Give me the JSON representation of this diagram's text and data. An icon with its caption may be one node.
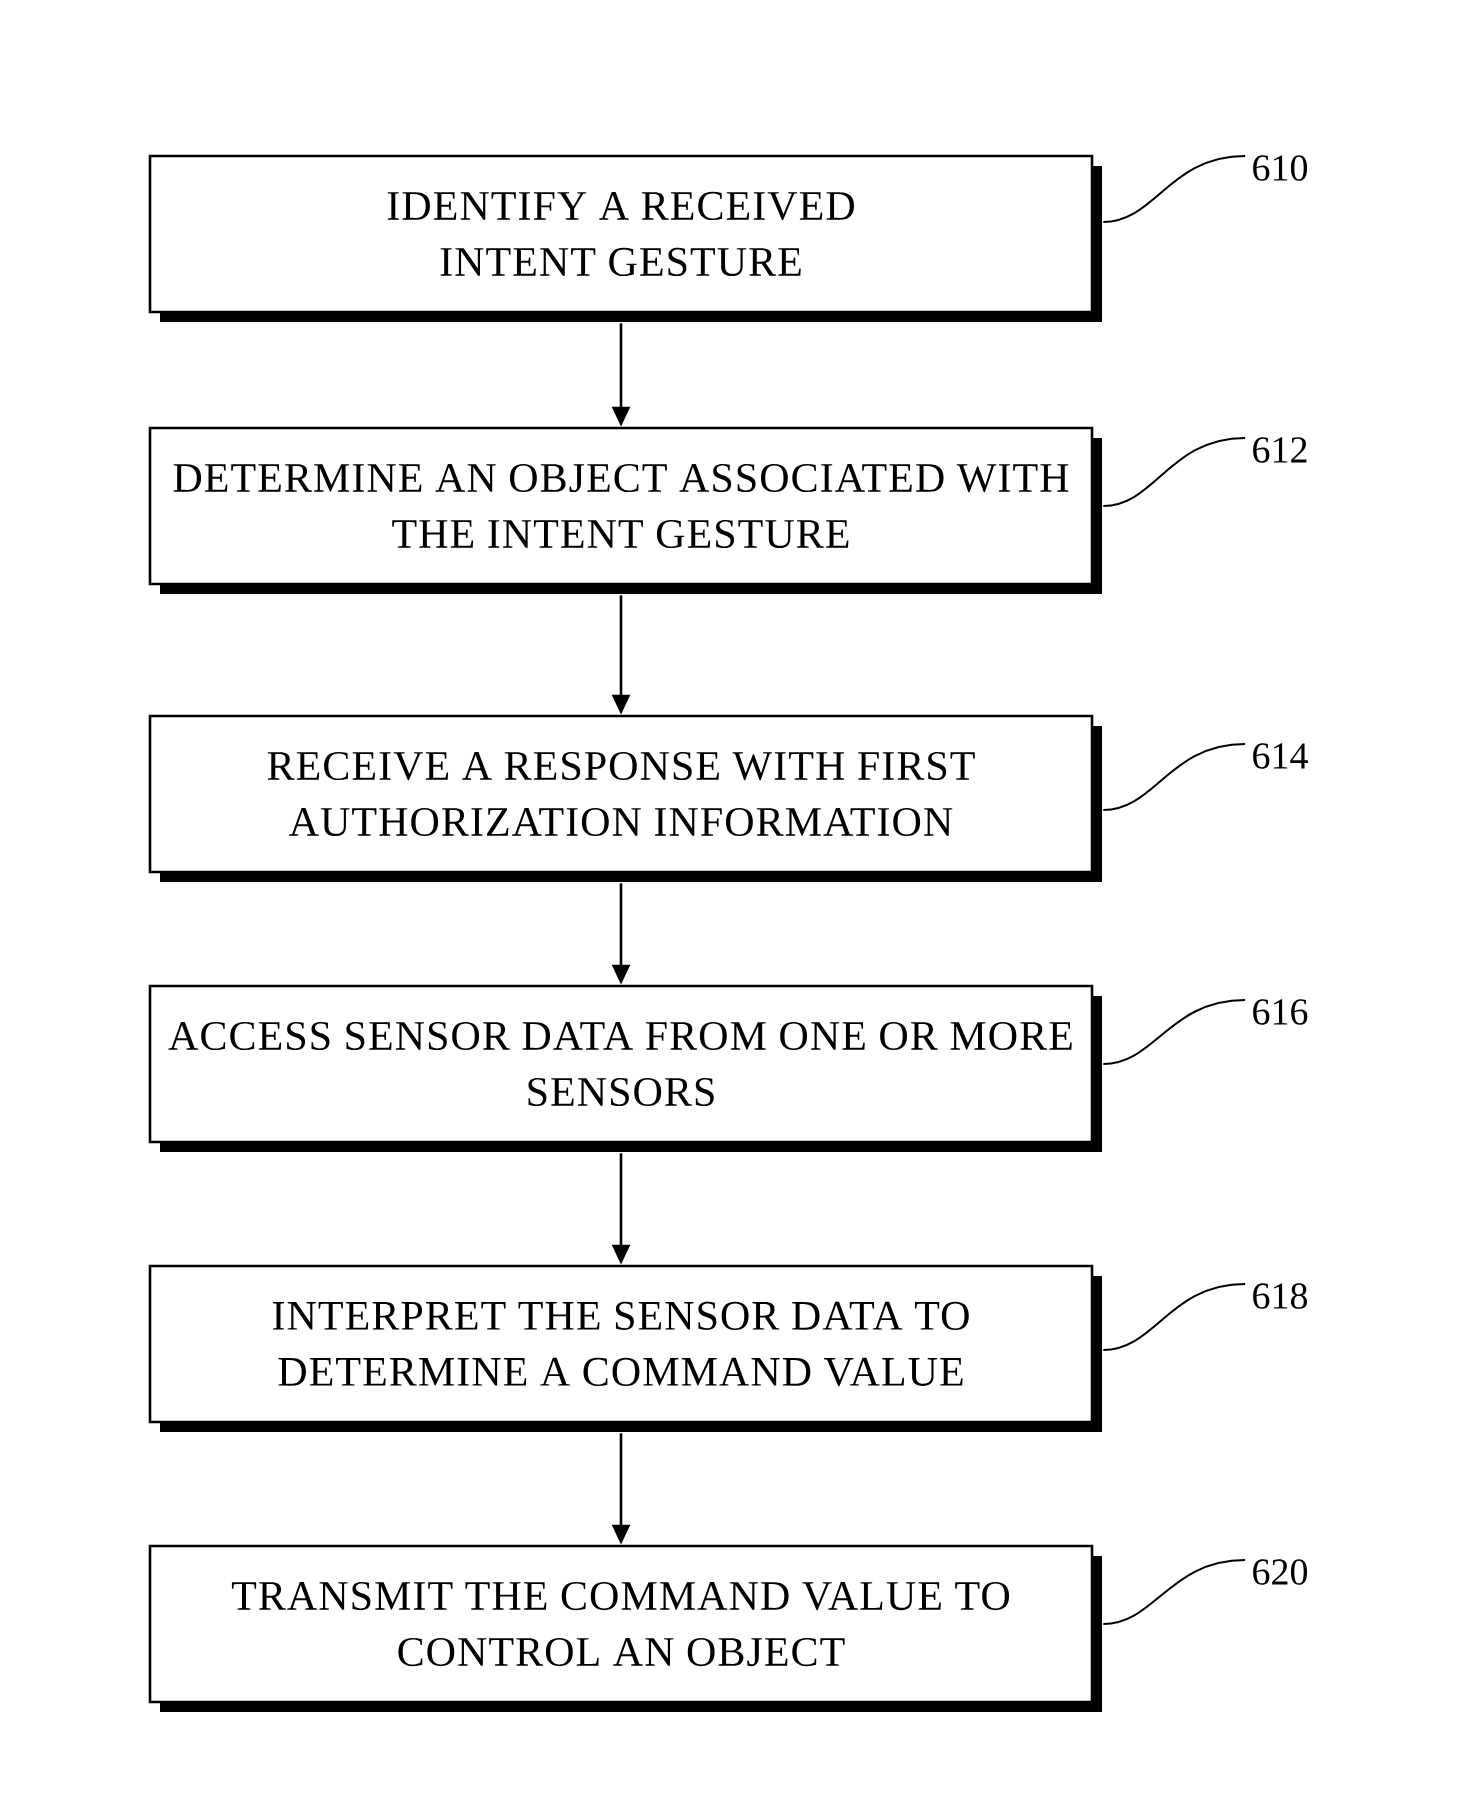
{
  "diagram": {
    "nodes": [
      {
        "text": [
          "IDENTIFY A RECEIVED INTENT GESTURE"
        ]
      },
      {
        "text": [
          "610"
        ]
      },
      {
        "text": [
          "DETERMINE AN OBJECT ASSOCIATED WITH THE INTENT GESTURE"
        ]
      },
      {
        "text": [
          "612"
        ]
      },
      {
        "text": [
          "RECEIVE A RESPONSE WITH FIRST AUTHORIZATION INFORMATION"
        ]
      },
      {
        "text": [
          "614"
        ]
      },
      {
        "text": [
          "ACCESS SENSOR DATA FROM ONE OR MORE SENSORS"
        ]
      },
      {
        "text": [
          "616"
        ]
      },
      {
        "text": [
          "INTERPRET THE SENSOR DATA TO DETERMINE A COMMAND VALUE"
        ]
      },
      {
        "text": [
          "618"
        ]
      },
      {
        "text": [
          "TRANSMIT THE COMMAND VALUE TO CONTROL AN OBJECT"
        ]
      },
      {
        "text": [
          "620"
        ]
      }
    ],
    "edges": [
      {
        "from": 0,
        "to": 2,
        "arrow": "to"
      },
      {
        "from": 2,
        "to": 4,
        "arrow": "to"
      },
      {
        "from": 4,
        "to": 6,
        "arrow": "to"
      },
      {
        "from": 6,
        "to": 8,
        "arrow": "to"
      },
      {
        "from": 8,
        "to": 10,
        "arrow": "to"
      },
      {
        "from": 1,
        "to": 0,
        "arrow": "none"
      },
      {
        "from": 3,
        "to": 2,
        "arrow": "none"
      },
      {
        "from": 5,
        "to": 4,
        "arrow": "none"
      },
      {
        "from": 7,
        "to": 6,
        "arrow": "none"
      },
      {
        "from": 9,
        "to": 8,
        "arrow": "none"
      },
      {
        "from": 11,
        "to": 10,
        "arrow": "none"
      }
    ]
  }
}
